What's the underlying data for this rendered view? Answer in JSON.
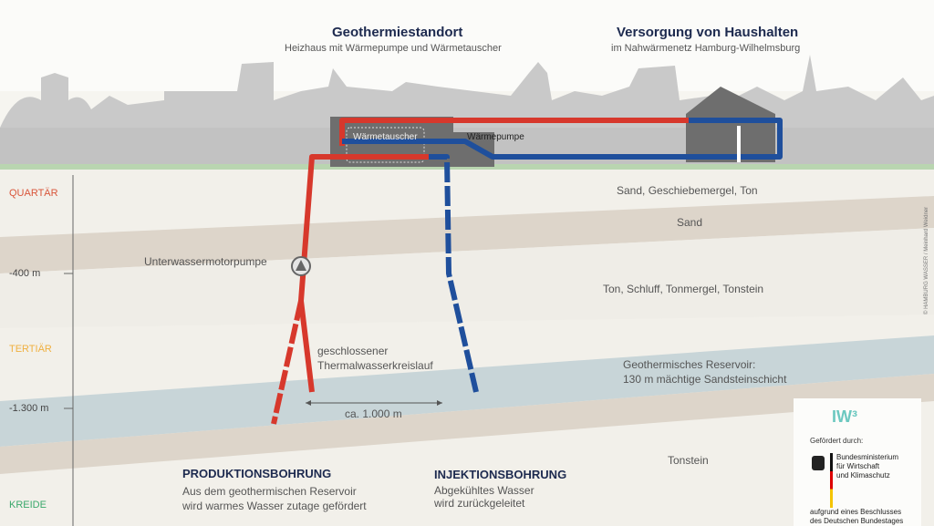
{
  "site": {
    "title": "Geothermiestandort",
    "subtitle": "Heizhaus mit Wärmepumpe und Wärmetauscher"
  },
  "supply": {
    "title": "Versorgung von Haushalten",
    "subtitle": "im Nahwärmenetz Hamburg-Wilhelmsburg"
  },
  "labels": {
    "heat_exchanger": "Wärmetauscher",
    "heat_pump": "Wärmepumpe",
    "pump": "Unterwassermotorpumpe",
    "circuit_1": "geschlossener",
    "circuit_2": "Thermalwasserkreislauf",
    "distance": "ca. 1.000 m",
    "layer_1": "Sand, Geschiebemergel, Ton",
    "layer_2": "Sand",
    "layer_3": "Ton, Schluff, Tonmergel, Tonstein",
    "reservoir_1": "Geothermisches Reservoir:",
    "reservoir_2": "130 m mächtige Sandsteinschicht",
    "layer_5": "Tonstein"
  },
  "eras": {
    "quartaer": "QUARTÄR",
    "tertiaer": "TERTIÄR",
    "kreide": "KREIDE"
  },
  "depths": {
    "d400": "-400 m",
    "d1300": "-1.300 m"
  },
  "production": {
    "title": "PRODUKTIONSBOHRUNG",
    "line1": "Aus dem geothermischen Reservoir",
    "line2": "wird warmes Wasser zutage gefördert"
  },
  "injection": {
    "title": "INJEKTIONSBOHRUNG",
    "line1": "Abgekühltes Wasser",
    "line2": "wird zurückgeleitet"
  },
  "funding": {
    "logo": "IW³",
    "by": "Gefördert durch:",
    "ministry1": "Bundesministerium",
    "ministry2": "für Wirtschaft",
    "ministry3": "und Klimaschutz",
    "note1": "aufgrund eines Beschlusses",
    "note2": "des Deutschen Bundestages"
  },
  "credit": "© HAMBURG WASSER / Meinhard Weidner",
  "colors": {
    "hot": "#d7382c",
    "cold": "#1f4f9c",
    "title": "#1d2a4f",
    "quartaer": "#d9553a",
    "tertiaer": "#f0b040",
    "kreide": "#3aa86b"
  }
}
